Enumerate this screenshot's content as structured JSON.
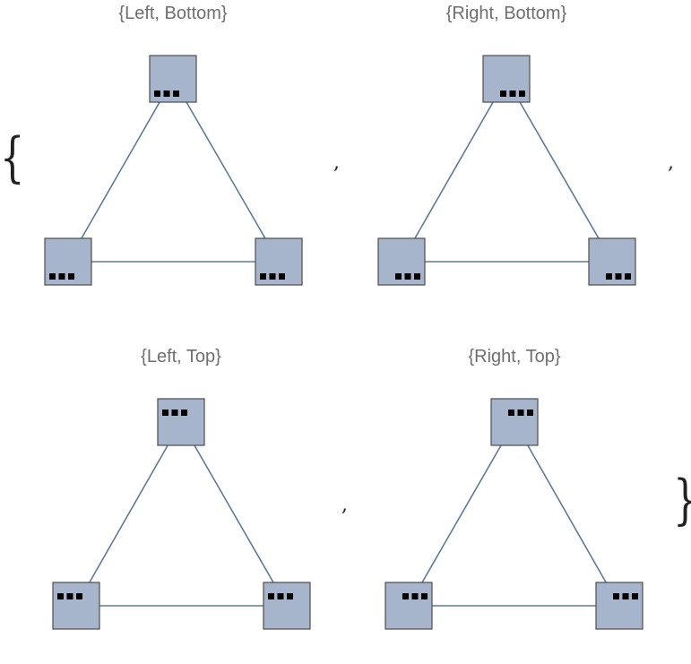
{
  "colors": {
    "node_fill": "#a6b4cc",
    "node_stroke": "#4d4d4d",
    "edge": "#5e7a9c",
    "label_text": "#6e6e6e",
    "marker": "#000000"
  },
  "brackets": {
    "open": "{",
    "close": "}",
    "separator": ","
  },
  "panels": [
    {
      "label": "{Left, Bottom}",
      "marker_position": "bottom-left"
    },
    {
      "label": "{Right, Bottom}",
      "marker_position": "bottom-right"
    },
    {
      "label": "{Left, Top}",
      "marker_position": "top-left"
    },
    {
      "label": "{Right, Top}",
      "marker_position": "top-right"
    }
  ],
  "graph": {
    "nodes": [
      "top",
      "bottom-left",
      "bottom-right"
    ],
    "edges": [
      [
        "top",
        "bottom-left"
      ],
      [
        "top",
        "bottom-right"
      ],
      [
        "bottom-left",
        "bottom-right"
      ]
    ],
    "marker_icon": "ellipsis-icon"
  }
}
